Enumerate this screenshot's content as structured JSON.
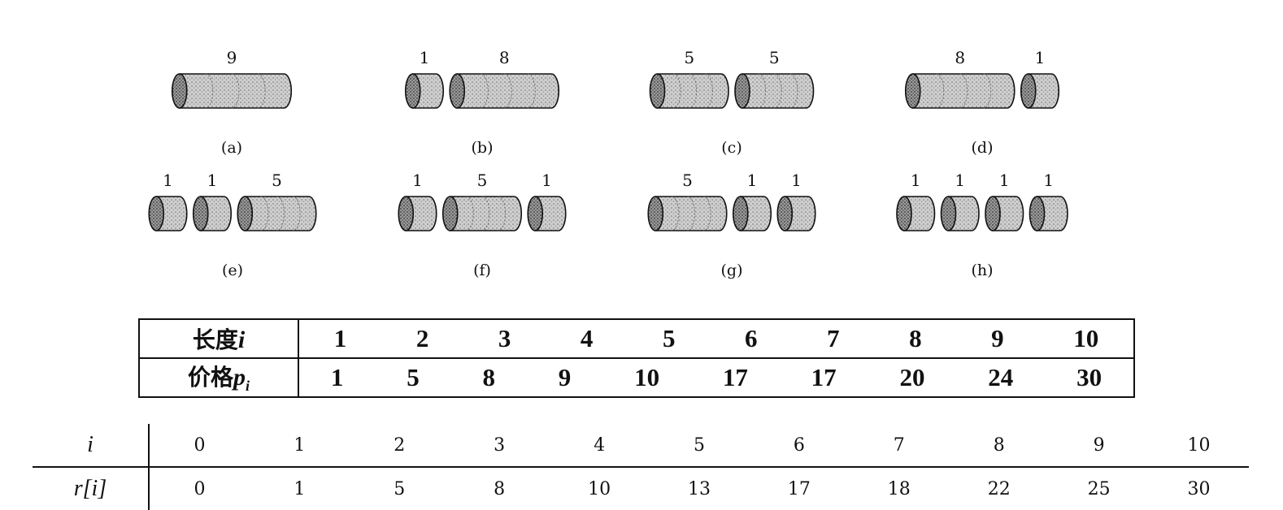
{
  "figure": {
    "panels": [
      {
        "tag": "(a)",
        "segments": [
          9
        ]
      },
      {
        "tag": "(b)",
        "segments": [
          1,
          8
        ]
      },
      {
        "tag": "(c)",
        "segments": [
          5,
          5
        ]
      },
      {
        "tag": "(d)",
        "segments": [
          8,
          1
        ]
      },
      {
        "tag": "(e)",
        "segments": [
          1,
          1,
          5
        ]
      },
      {
        "tag": "(f)",
        "segments": [
          1,
          5,
          1
        ]
      },
      {
        "tag": "(g)",
        "segments": [
          5,
          1,
          1
        ]
      },
      {
        "tag": "(h)",
        "segments": [
          1,
          1,
          1,
          1
        ]
      }
    ]
  },
  "price_table": {
    "row1_label": "长度",
    "row1_symbol": "i",
    "row2_label": "价格",
    "row2_symbol": "p",
    "row2_sub": "i",
    "lengths": [
      "1",
      "2",
      "3",
      "4",
      "5",
      "6",
      "7",
      "8",
      "9",
      "10"
    ],
    "prices": [
      "1",
      "5",
      "8",
      "9",
      "10",
      "17",
      "17",
      "20",
      "24",
      "30"
    ]
  },
  "revenue_table": {
    "row1_label": "i",
    "row2_label": "r[i]",
    "i_values": [
      "0",
      "1",
      "2",
      "3",
      "4",
      "5",
      "6",
      "7",
      "8",
      "9",
      "10"
    ],
    "r_values": [
      "0",
      "1",
      "5",
      "8",
      "10",
      "13",
      "17",
      "18",
      "22",
      "25",
      "30"
    ]
  }
}
